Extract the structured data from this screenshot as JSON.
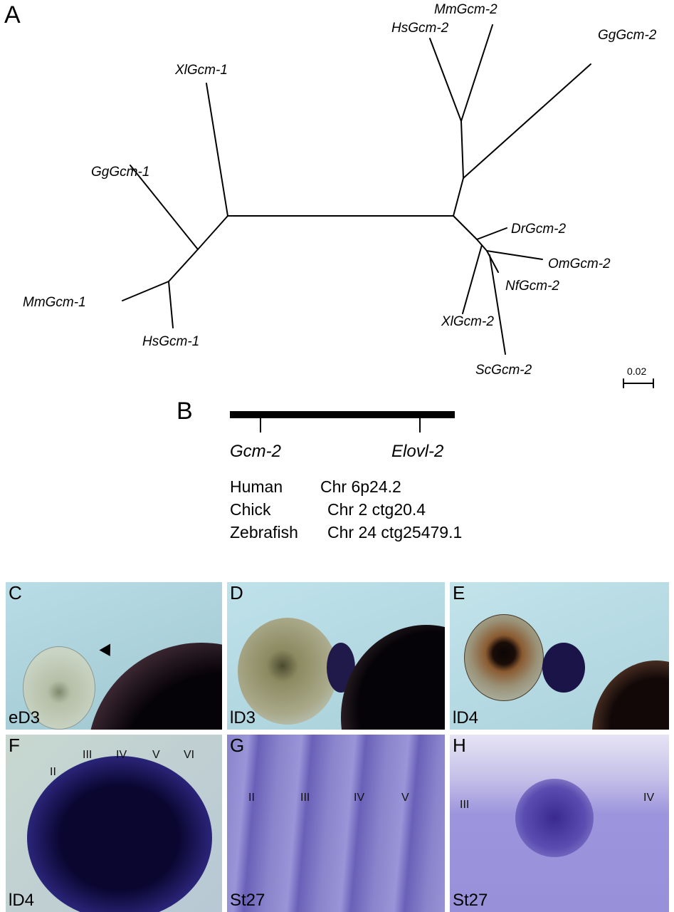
{
  "panel_a": {
    "letter": "A",
    "taxa": {
      "xl_gcm1": "XlGcm-1",
      "gg_gcm1": "GgGcm-1",
      "mm_gcm1": "MmGcm-1",
      "hs_gcm1": "HsGcm-1",
      "hs_gcm2": "HsGcm-2",
      "mm_gcm2": "MmGcm-2",
      "gg_gcm2": "GgGcm-2",
      "dr_gcm2": "DrGcm-2",
      "om_gcm2": "OmGcm-2",
      "nf_gcm2": "NfGcm-2",
      "xl_gcm2": "XlGcm-2",
      "sc_gcm2": "ScGcm-2"
    },
    "scale_bar": "0.02"
  },
  "panel_b": {
    "letter": "B",
    "genes": [
      "Gcm-2",
      "Elovl-2"
    ],
    "rows": [
      {
        "species": "Human",
        "location": "Chr 6p24.2"
      },
      {
        "species": "Chick",
        "location": "Chr 2 ctg20.4"
      },
      {
        "species": "Zebrafish",
        "location": "Chr 24 ctg25479.1"
      }
    ]
  },
  "photos": [
    {
      "letter": "C",
      "stage": "eD3"
    },
    {
      "letter": "D",
      "stage": "lD3"
    },
    {
      "letter": "E",
      "stage": "lD4"
    },
    {
      "letter": "F",
      "stage": "lD4",
      "arches": [
        "II",
        "III",
        "IV",
        "V",
        "VI"
      ]
    },
    {
      "letter": "G",
      "stage": "St27",
      "arches": [
        "II",
        "III",
        "IV",
        "V"
      ]
    },
    {
      "letter": "H",
      "stage": "St27",
      "arches": [
        "III",
        "IV"
      ]
    }
  ]
}
